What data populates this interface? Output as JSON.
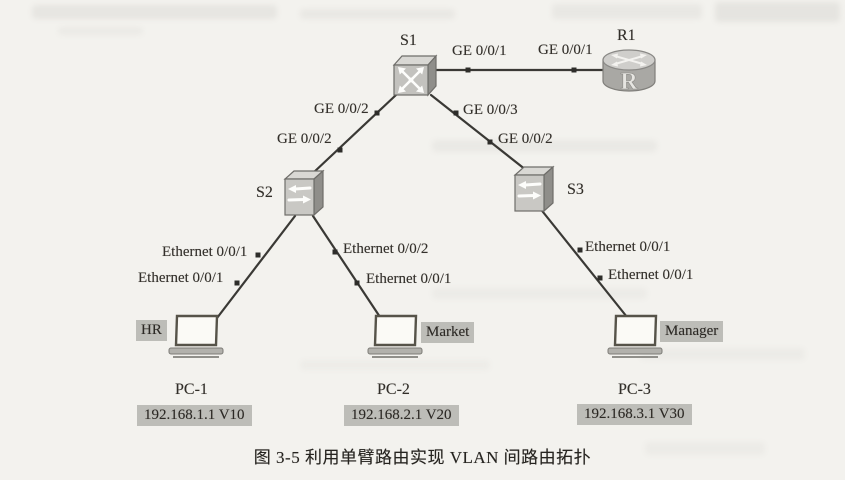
{
  "page": {
    "caption": "图 3-5  利用单臂路由实现 VLAN 间路由拓扑"
  },
  "colors": {
    "background": "#f3f2ee",
    "highlight": "#bdbdb8",
    "line": "#3a3935",
    "text": "#2f2c28"
  },
  "devices": {
    "s1": {
      "label": "S1",
      "type": "core-switch"
    },
    "r1": {
      "label": "R1",
      "type": "router",
      "letter": "R"
    },
    "s2": {
      "label": "S2",
      "type": "access-switch"
    },
    "s3": {
      "label": "S3",
      "type": "access-switch"
    },
    "pc1": {
      "label": "PC-1",
      "dept": "HR",
      "address": "192.168.1.1 V10"
    },
    "pc2": {
      "label": "PC-2",
      "dept": "Market",
      "address": "192.168.2.1 V20"
    },
    "pc3": {
      "label": "PC-3",
      "dept": "Manager",
      "address": "192.168.3.1 V30"
    }
  },
  "links": {
    "s1_r1": {
      "from": "S1",
      "to": "R1",
      "if_from": "GE 0/0/1",
      "if_to": "GE 0/0/1"
    },
    "s1_s2": {
      "from": "S1",
      "to": "S2",
      "if_from": "GE 0/0/2",
      "if_to": "GE 0/0/2"
    },
    "s1_s3": {
      "from": "S1",
      "to": "S3",
      "if_from": "GE 0/0/3",
      "if_to": "GE 0/0/2"
    },
    "s2_pc1": {
      "from": "S2",
      "to": "PC-1",
      "if_from": "Ethernet 0/0/1",
      "if_to": "Ethernet 0/0/1"
    },
    "s2_pc2": {
      "from": "S2",
      "to": "PC-2",
      "if_from": "Ethernet 0/0/2",
      "if_to": "Ethernet 0/0/1"
    },
    "s3_pc3": {
      "from": "S3",
      "to": "PC-3",
      "if_from": "Ethernet 0/0/1",
      "if_to": "Ethernet 0/0/1"
    }
  }
}
